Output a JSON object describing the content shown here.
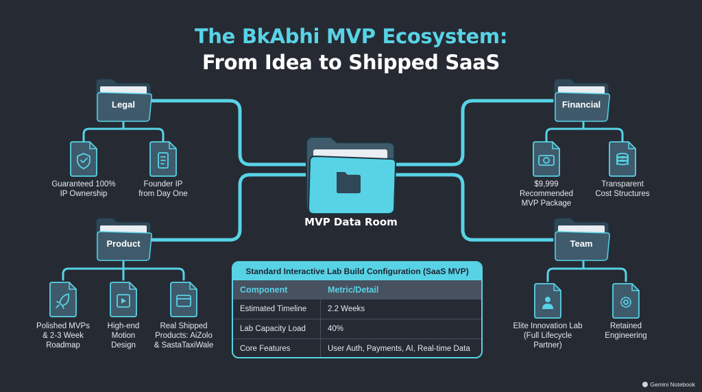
{
  "title": {
    "line1": "The BkAbhi MVP Ecosystem:",
    "line2": "From Idea to Shipped SaaS"
  },
  "center": {
    "label": "MVP Data Room",
    "icon": "folder-icon"
  },
  "categories": [
    {
      "label": "Legal",
      "leaves": [
        {
          "label": "Guaranteed 100%\nIP Ownership",
          "icon": "shield-check-icon"
        },
        {
          "label": "Founder IP\nfrom Day One",
          "icon": "scroll-icon"
        }
      ]
    },
    {
      "label": "Product",
      "leaves": [
        {
          "label": "Polished MVPs\n& 2-3 Week\nRoadmap",
          "icon": "rocket-icon"
        },
        {
          "label": "High-end\nMotion\nDesign",
          "icon": "video-icon"
        },
        {
          "label": "Real Shipped\nProducts: AiZolo\n& SastaTaxiWale",
          "icon": "browser-window-icon"
        }
      ]
    },
    {
      "label": "Financial",
      "leaves": [
        {
          "label": "$9,999\nRecommended\nMVP Package",
          "icon": "dollar-bill-icon"
        },
        {
          "label": "Transparent\nCost Structures",
          "icon": "coin-stack-icon"
        }
      ]
    },
    {
      "label": "Team",
      "leaves": [
        {
          "label": "Elite Innovation Lab\n(Full Lifecycle\nPartner)",
          "icon": "person-badge-icon"
        },
        {
          "label": "Retained\nEngineering",
          "icon": "gear-wrench-icon"
        }
      ]
    }
  ],
  "table": {
    "title": "Standard Interactive Lab Build Configuration (SaaS MVP)",
    "headers": [
      "Component",
      "Metric/Detail"
    ],
    "rows": [
      [
        "Estimated Timeline",
        "2.2 Weeks"
      ],
      [
        "Lab Capacity Load",
        "40%"
      ],
      [
        "Core Features",
        "User Auth, Payments, AI, Real-time Data"
      ]
    ]
  },
  "brand": "Gemini Notebook",
  "colors": {
    "background": "#262a33",
    "accent": "#58d3e6",
    "folder_fill": "#3f5a6b",
    "leaf_fill": "#3f5a6b"
  }
}
